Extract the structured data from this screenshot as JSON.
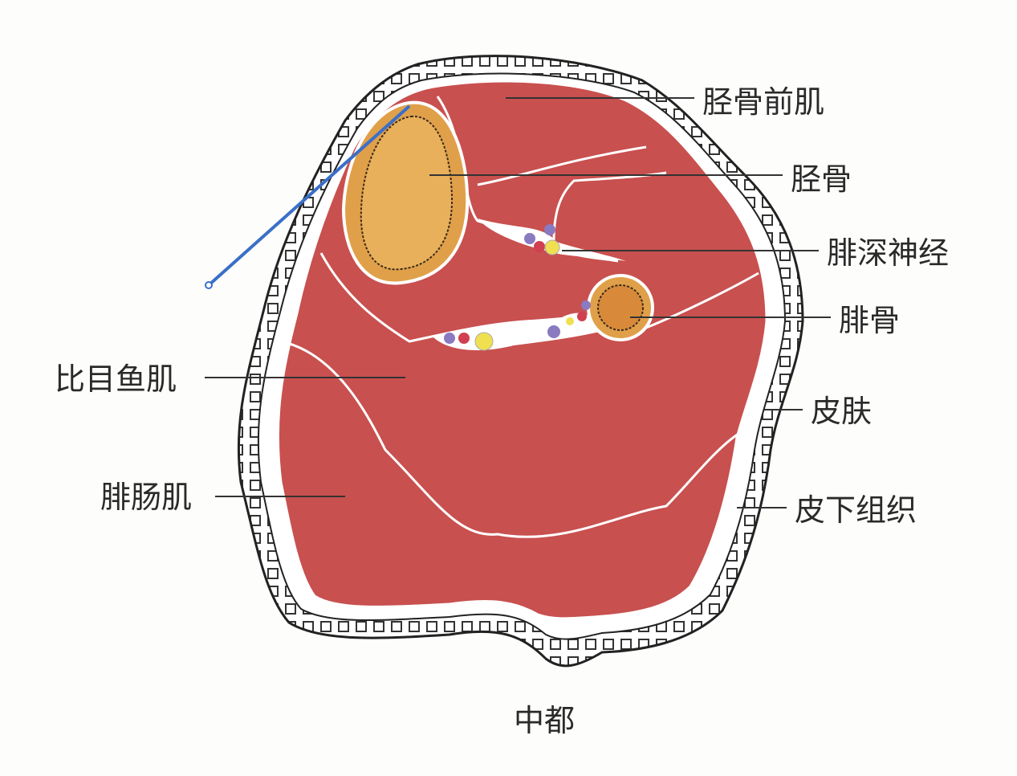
{
  "labels": {
    "tibialis_anterior": "胫骨前肌",
    "tibia": "胫骨",
    "deep_peroneal_nerve": "腓深神经",
    "fibula": "腓骨",
    "soleus": "比目鱼肌",
    "skin": "皮肤",
    "gastrocnemius": "腓肠肌",
    "subcutaneous_tissue": "皮下组织"
  },
  "caption": "中都",
  "colors": {
    "muscle": "#c8504f",
    "bone": "#e0a04a",
    "needle": "#3a6fc8",
    "line": "#333333"
  }
}
